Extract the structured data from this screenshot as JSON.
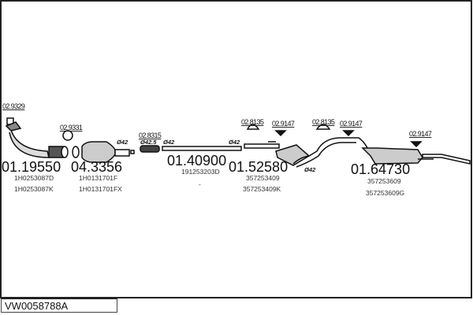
{
  "diagram_code": "VW0058788A",
  "parts": [
    {
      "number": "01.19550",
      "refs": [
        "1H0253087D",
        "1H0253087K"
      ]
    },
    {
      "number": "04.3356",
      "refs": [
        "1H0131701F",
        "1H0131701FX"
      ]
    },
    {
      "number": "01.40900",
      "refs": [
        "191253203D",
        "-"
      ]
    },
    {
      "number": "01.52580",
      "refs": [
        "357253409",
        "357253409K"
      ]
    },
    {
      "number": "01.64730",
      "refs": [
        "357253609",
        "357253609G"
      ]
    }
  ],
  "accessories": [
    "02.9329",
    "02.9331",
    "02.8315",
    "02.8135",
    "02.9147",
    "02.8135",
    "02.9147",
    "02.9147"
  ],
  "diameters": [
    "Ø42",
    "Ø42.5",
    "Ø42",
    "Ø42",
    "Ø42"
  ]
}
